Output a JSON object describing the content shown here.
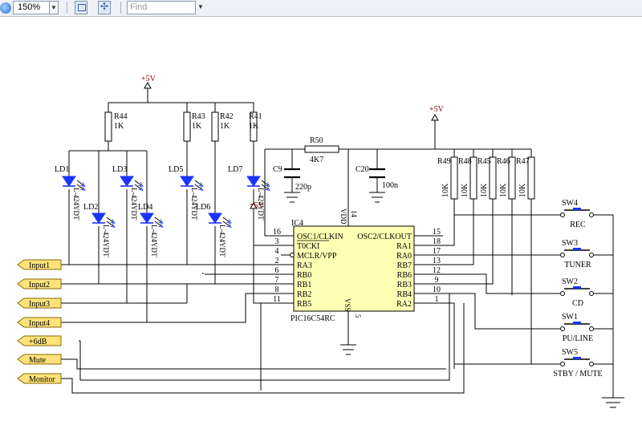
{
  "toolbar": {
    "zoom_value": "150%",
    "find_placeholder": "Find",
    "icons": [
      "zoom-icon",
      "fit-page-icon",
      "fit-width-icon"
    ]
  },
  "schematic": {
    "supply_labels": [
      "+5V",
      "+5V",
      "+5V"
    ],
    "ic": {
      "ref": "IC4",
      "part": "PIC16C54RC",
      "left_pins": [
        {
          "num": "16",
          "name": "OSC1/CLKIN"
        },
        {
          "num": "3",
          "name": "T0CKI"
        },
        {
          "num": "4",
          "name": "MCLR/VPP"
        },
        {
          "num": "2",
          "name": "RA3"
        },
        {
          "num": "6",
          "name": "RB0"
        },
        {
          "num": "7",
          "name": "RB1"
        },
        {
          "num": "8",
          "name": "RB2"
        },
        {
          "num": "11",
          "name": "RB5"
        }
      ],
      "right_pins": [
        {
          "num": "15",
          "name": "OSC2/CLKOUT"
        },
        {
          "num": "18",
          "name": "RA1"
        },
        {
          "num": "17",
          "name": "RA0"
        },
        {
          "num": "13",
          "name": "RB7"
        },
        {
          "num": "12",
          "name": "RB6"
        },
        {
          "num": "9",
          "name": "RB3"
        },
        {
          "num": "10",
          "name": "RB4"
        },
        {
          "num": "1",
          "name": "RA2"
        }
      ],
      "vdd_label": "VDD",
      "vdd_pin": "14",
      "vss_label": "VSS",
      "vss_pin": "5"
    },
    "resistors": [
      {
        "ref": "R44",
        "value": "1K"
      },
      {
        "ref": "R43",
        "value": "1K"
      },
      {
        "ref": "R42",
        "value": "1K"
      },
      {
        "ref": "R41",
        "value": "1K"
      },
      {
        "ref": "R50",
        "value": "4K7"
      },
      {
        "ref": "R49",
        "value": "10K"
      },
      {
        "ref": "R48",
        "value": "10K"
      },
      {
        "ref": "R45",
        "value": "10K"
      },
      {
        "ref": "R46",
        "value": "10K"
      },
      {
        "ref": "R47",
        "value": "10K"
      }
    ],
    "capacitors": [
      {
        "ref": "C9",
        "value": "220p"
      },
      {
        "ref": "C20",
        "value": "100n"
      }
    ],
    "leds": [
      {
        "ref": "LD1",
        "part": "L-424YDT"
      },
      {
        "ref": "LD2",
        "part": "L-424YDT"
      },
      {
        "ref": "LD3",
        "part": "L-424YDT"
      },
      {
        "ref": "LD4",
        "part": "L-424YDT"
      },
      {
        "ref": "LD5",
        "part": "L-424YDT"
      },
      {
        "ref": "LD6",
        "part": "L-424YDT"
      },
      {
        "ref": "LD7",
        "part": "L-424YDT"
      }
    ],
    "switches": [
      {
        "ref": "SW4",
        "label": "REC"
      },
      {
        "ref": "SW3",
        "label": "TUNER"
      },
      {
        "ref": "SW2",
        "label": "CD"
      },
      {
        "ref": "SW1",
        "label": "PU/LINE"
      },
      {
        "ref": "SW5",
        "label": "STBY / MUTE"
      }
    ],
    "ports": [
      "Input1",
      "Input2",
      "Input3",
      "Input4",
      "+6dB",
      "Mute",
      "Monitor"
    ],
    "colors": {
      "wire": "#000000",
      "ic_fill": "#ffffb4",
      "led": "#1a34ff",
      "port_fill": "#ffe27a",
      "power_label": "#8b0000"
    }
  }
}
